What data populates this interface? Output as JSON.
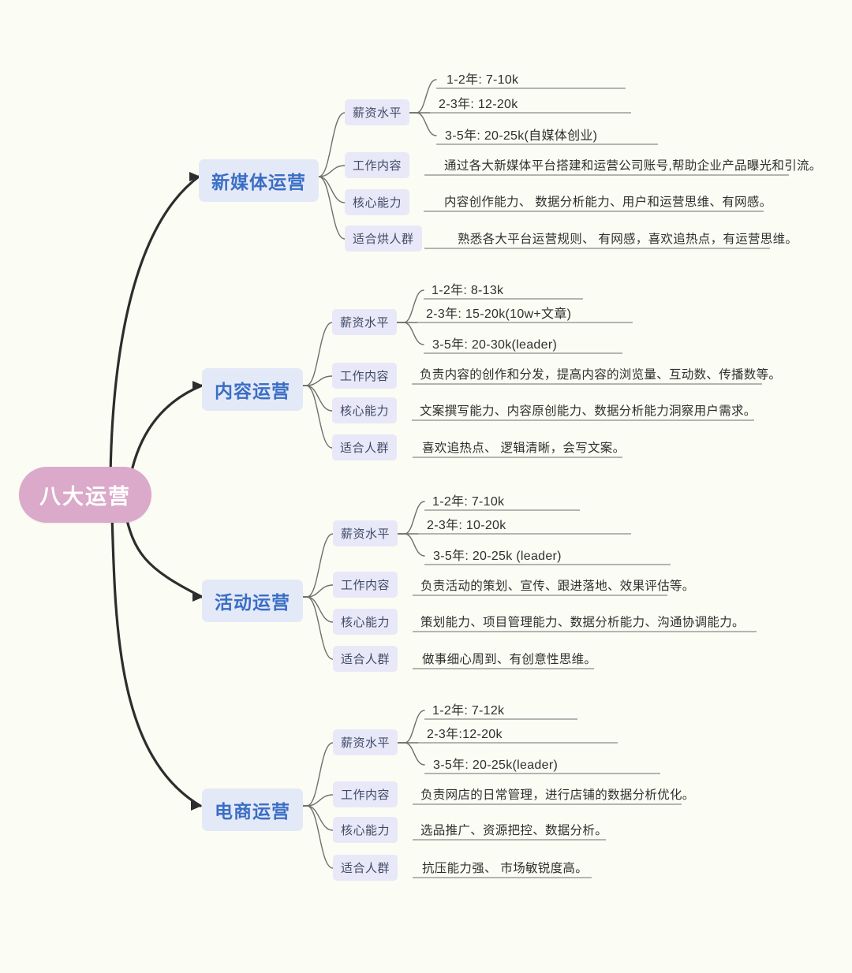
{
  "title": "八大运营",
  "colors": {
    "background": "#fbfcf3",
    "root_fill": "#dba9c9",
    "root_text": "#ffffff",
    "branch_fill": "#e4e9f8",
    "branch_text": "#3a6ec4",
    "category_fill": "#e8e8f8",
    "category_text": "#3f4a66",
    "main_edge": "#2d2d2d",
    "sub_edge": "#6f6f6f",
    "leaf_text": "#2f2f2f"
  },
  "root": {
    "label": "八大运营"
  },
  "branches": [
    {
      "id": "new-media",
      "label": "新媒体运营",
      "categories": [
        {
          "id": "salary",
          "label": "薪资水平",
          "leaves": [
            "1-2年: 7-10k",
            "2-3年: 12-20k",
            "3-5年: 20-25k(自媒体创业)"
          ]
        },
        {
          "id": "job-content",
          "label": "工作内容",
          "leaves": [
            "通过各大新媒体平台搭建和运营公司账号,帮助企业产品曝光和引流。"
          ]
        },
        {
          "id": "core-skills",
          "label": "核心能力",
          "leaves": [
            "内容创作能力、 数据分析能力、用户和运营思维、有网感。"
          ]
        },
        {
          "id": "suitable-people",
          "label": "适合烘人群",
          "leaves": [
            "熟悉各大平台运营规则、 有网感，喜欢追热点，有运营思维。"
          ]
        }
      ]
    },
    {
      "id": "content-ops",
      "label": "内容运营",
      "categories": [
        {
          "id": "salary",
          "label": "薪资水平",
          "leaves": [
            "1-2年: 8-13k",
            "2-3年: 15-20k(10w+文章)",
            "3-5年: 20-30k(leader)"
          ]
        },
        {
          "id": "job-content",
          "label": "工作内容",
          "leaves": [
            "负责内容的创作和分发，提高内容的浏览量、互动数、传播数等。"
          ]
        },
        {
          "id": "core-skills",
          "label": "核心能力",
          "leaves": [
            "文案撰写能力、内容原创能力、数据分析能力洞察用户需求。"
          ]
        },
        {
          "id": "suitable-people",
          "label": "适合人群",
          "leaves": [
            "喜欢追热点、 逻辑清晰，会写文案。"
          ]
        }
      ]
    },
    {
      "id": "event-ops",
      "label": "活动运营",
      "categories": [
        {
          "id": "salary",
          "label": "薪资水平",
          "leaves": [
            "1-2年: 7-10k",
            "2-3年: 10-20k",
            "3-5年: 20-25k (leader)"
          ]
        },
        {
          "id": "job-content",
          "label": "工作内容",
          "leaves": [
            "负责活动的策划、宣传、跟进落地、效果评估等。"
          ]
        },
        {
          "id": "core-skills",
          "label": "核心能力",
          "leaves": [
            "策划能力、项目管理能力、数据分析能力、沟通协调能力。"
          ]
        },
        {
          "id": "suitable-people",
          "label": "适合人群",
          "leaves": [
            "做事细心周到、有创意性思维。"
          ]
        }
      ]
    },
    {
      "id": "ecommerce-ops",
      "label": "电商运营",
      "categories": [
        {
          "id": "salary",
          "label": "薪资水平",
          "leaves": [
            "1-2年: 7-12k",
            "2-3年:12-20k",
            "3-5年: 20-25k(leader)"
          ]
        },
        {
          "id": "job-content",
          "label": "工作内容",
          "leaves": [
            "负责网店的日常管理，进行店铺的数据分析优化。"
          ]
        },
        {
          "id": "core-skills",
          "label": "核心能力",
          "leaves": [
            "选品推广、资源把控、数据分析。"
          ]
        },
        {
          "id": "suitable-people",
          "label": "适合人群",
          "leaves": [
            "抗压能力强、 市场敏锐度高。"
          ]
        }
      ]
    }
  ]
}
